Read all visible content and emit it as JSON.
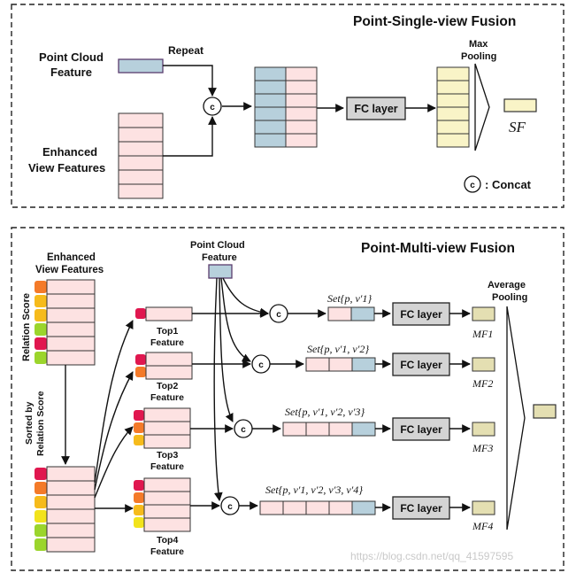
{
  "top_panel": {
    "title": "Point-Single-view Fusion",
    "point_cloud_label_line1": "Point Cloud",
    "point_cloud_label_line2": "Feature",
    "repeat_label": "Repeat",
    "enhanced_label_line1": "Enhanced",
    "enhanced_label_line2": "View Features",
    "concat_symbol": "c",
    "fc_layer_label": "FC layer",
    "max_pooling_line1": "Max",
    "max_pooling_line2": "Pooling",
    "output_label": "SF",
    "legend_symbol": "c",
    "legend_label": ": Concat"
  },
  "bottom_panel": {
    "title": "Point-Multi-view Fusion",
    "enhanced_label_line1": "Enhanced",
    "enhanced_label_line2": "View Features",
    "relation_score_label": "Relation Score",
    "sorted_label_line1": "Sorted by",
    "sorted_label_line2": "Relation Score",
    "point_cloud_label_line1": "Point Cloud",
    "point_cloud_label_line2": "Feature",
    "average_pooling_line1": "Average",
    "average_pooling_line2": "Pooling",
    "rows": [
      {
        "top_label_line1": "Top1",
        "top_label_line2": "Feature",
        "set_label": "Set{p, v′1}",
        "fc_label": "FC layer",
        "output_label": "MF1"
      },
      {
        "top_label_line1": "Top2",
        "top_label_line2": "Feature",
        "set_label": "Set{p, v′1, v′2}",
        "fc_label": "FC layer",
        "output_label": "MF2"
      },
      {
        "top_label_line1": "Top3",
        "top_label_line2": "Feature",
        "set_label": "Set{p, v′1, v′2, v′3}",
        "fc_label": "FC layer",
        "output_label": "MF3"
      },
      {
        "top_label_line1": "Top4",
        "top_label_line2": "Feature",
        "set_label": "Set{p, v′1, v′2, v′3, v′4}",
        "fc_label": "FC layer",
        "output_label": "MF4"
      }
    ]
  },
  "watermark": "https://blog.csdn.net/qq_41597595",
  "colors": {
    "pink": "#fde2e2",
    "blue": "#b7d0dc",
    "yellow": "#f9f4c7",
    "olive": "#e4dfb2",
    "gray": "#d4d4d4",
    "score_red": "#e0174f",
    "score_orange": "#f47a29",
    "score_gold": "#f6bb1c",
    "score_yellow": "#f2e31c",
    "score_green": "#9bd52c"
  },
  "icons": [
    "concat-circle-icon",
    "arrow-icon",
    "pooling-triangle-icon"
  ]
}
